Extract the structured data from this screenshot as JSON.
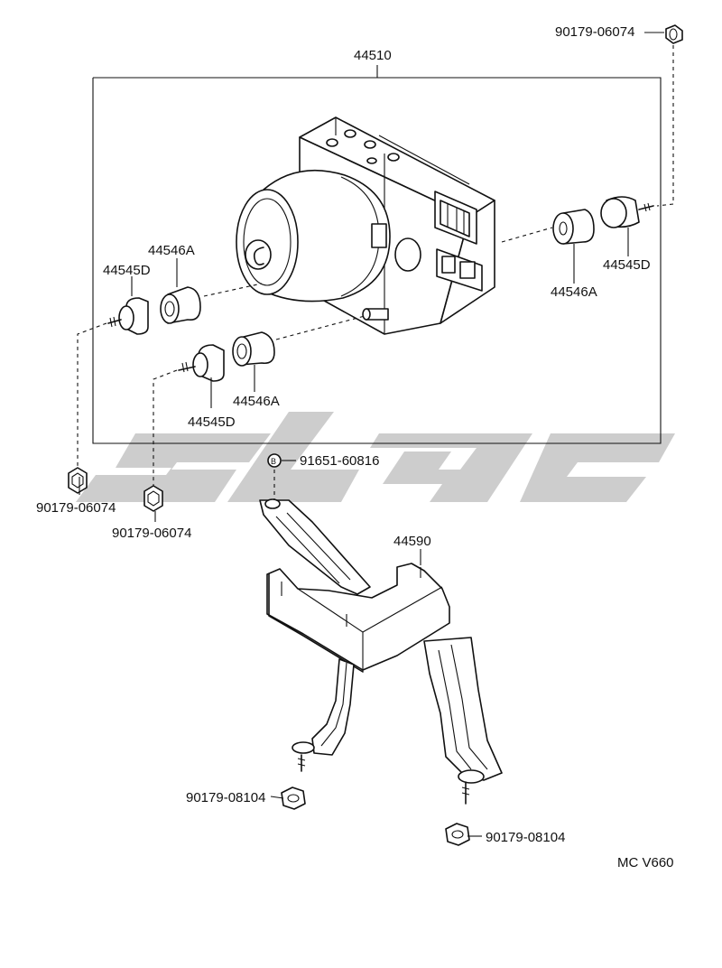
{
  "watermark_color": "#c8c8c8",
  "ink_color": "#111111",
  "parts": {
    "assembly": "44510",
    "bolt_top_right": "90179-06074",
    "bolt_left_outer": "90179-06074",
    "bolt_left_inner": "90179-06074",
    "washer": "91651-60816",
    "bracket": "44590",
    "bolt_bottom_left": "90179-08104",
    "bolt_bottom_right": "90179-08104"
  },
  "cushions": {
    "upper_left_cushion": "44545D",
    "upper_left_collar": "44546A",
    "lower_left_cushion": "44545D",
    "lower_left_collar": "44546A",
    "right_collar": "44546A",
    "right_cushion": "44545D"
  },
  "footer": {
    "code": "MC V660"
  }
}
